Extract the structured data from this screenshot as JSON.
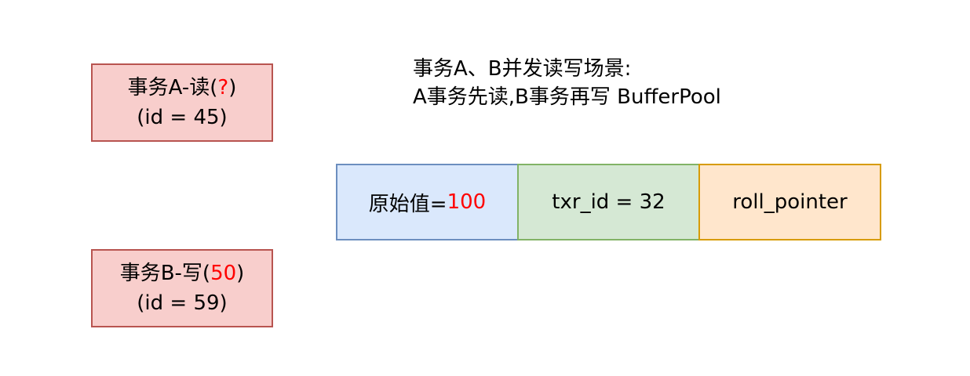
{
  "transaction_a": {
    "title_prefix": "事务A-读(",
    "title_value": "?",
    "title_suffix": ")",
    "id_label": "(id = 45)"
  },
  "transaction_b": {
    "title_prefix": "事务B-写(",
    "title_value": "50",
    "title_suffix": ")",
    "id_label": "(id = 59)"
  },
  "caption": {
    "line1": "事务A、B并发读写场景:",
    "line2": "A事务先读,B事务再写 BufferPool"
  },
  "record": {
    "value_label": "原始值=",
    "value_number": "100",
    "txr_id": "txr_id = 32",
    "roll_pointer": "roll_pointer"
  },
  "colors": {
    "transaction_fill": "#f8cecc",
    "transaction_border": "#b85450",
    "value_fill": "#dae8fc",
    "txr_fill": "#d5e8d4",
    "roll_fill": "#ffe6cc",
    "highlight": "#ff0000"
  }
}
